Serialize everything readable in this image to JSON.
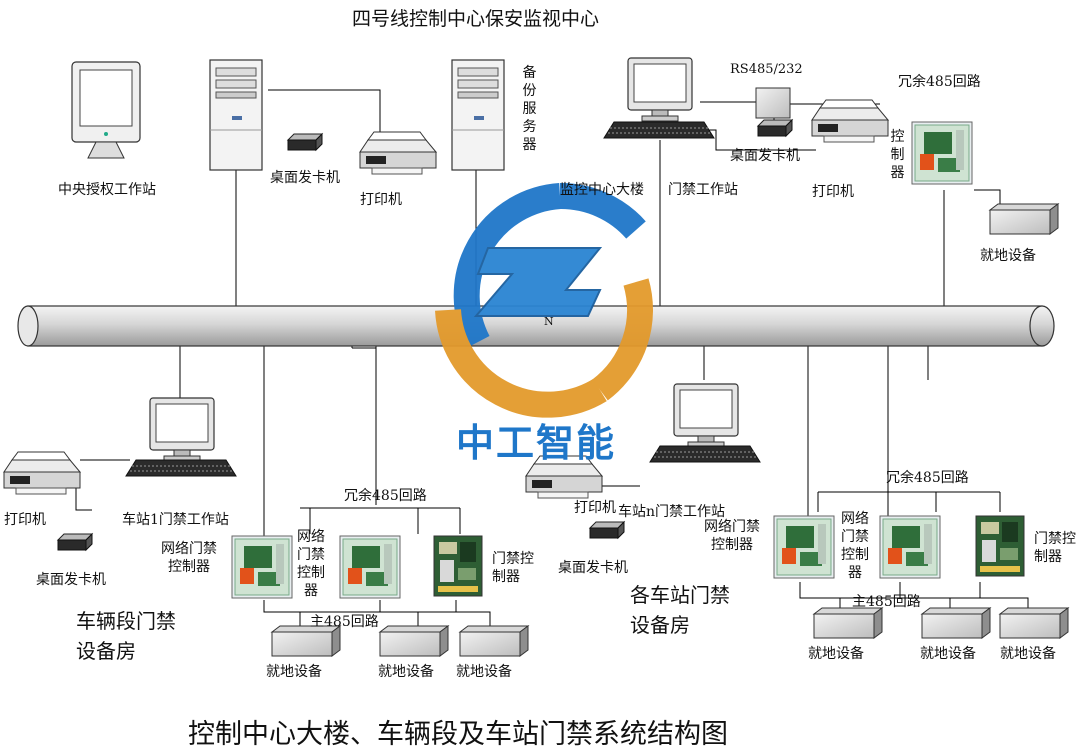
{
  "header": {
    "title": "四号线控制中心保安监视中心"
  },
  "footer": {
    "title": "控制中心大楼、车辆段及车站门禁系统结构图"
  },
  "logo": {
    "text": "中工智能",
    "icon": "zg-logo",
    "colors": {
      "blue": "#1f77c9",
      "orange": "#e39a2c"
    }
  },
  "control_center": {
    "central_workstation": "中央授权工作站",
    "card_issuer": "桌面发卡机",
    "printer": "打印机",
    "backup_server": "备份服务器",
    "monitor_building": "监控中心大楼",
    "access_workstation": "门禁工作站",
    "rs485": "RS485/232",
    "card_issuer2": "桌面发卡机",
    "printer2": "打印机",
    "redundant_loop": "冗余485回路",
    "controller": "控制器",
    "local_device": "就地设备"
  },
  "depot": {
    "printer": "打印机",
    "workstation": "车站1门禁工作站",
    "card_issuer": "桌面发卡机",
    "net_controller": "网络门禁控制器",
    "net_controller2": "网络门禁控制器",
    "door_controller": "门禁控制器",
    "redundant_loop": "冗余485回路",
    "main_loop": "主485回路",
    "local_devices": [
      "就地设备",
      "就地设备",
      "就地设备"
    ],
    "room_title": "车辆段门禁设备房"
  },
  "station": {
    "printer": "打印机",
    "workstation": "车站n门禁工作站",
    "net_controller": "网络门禁控制器",
    "card_issuer": "桌面发卡机",
    "room_title": "各车站门禁设备房"
  },
  "right_group": {
    "redundant_loop": "冗余485回路",
    "net_controller": "网络门禁控制器",
    "door_controller": "门禁控制器",
    "main_loop": "主485回路",
    "local_devices": [
      "就地设备",
      "就地设备",
      "就地设备"
    ]
  },
  "bus": {
    "marker": "N"
  }
}
